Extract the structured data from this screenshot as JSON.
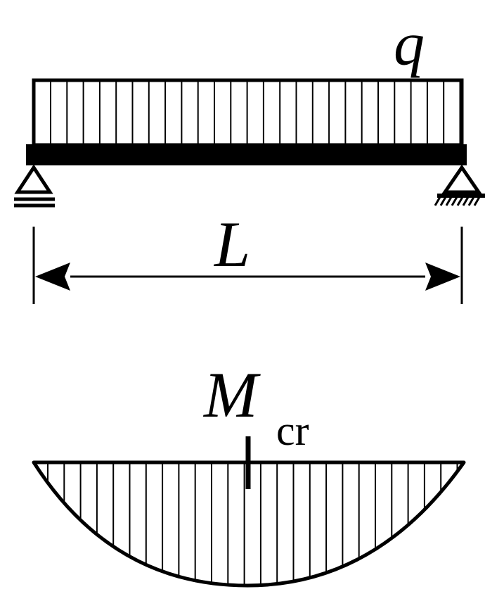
{
  "labels": {
    "load": "q",
    "span": "L",
    "moment_main": "M",
    "moment_sub": "cr"
  }
}
